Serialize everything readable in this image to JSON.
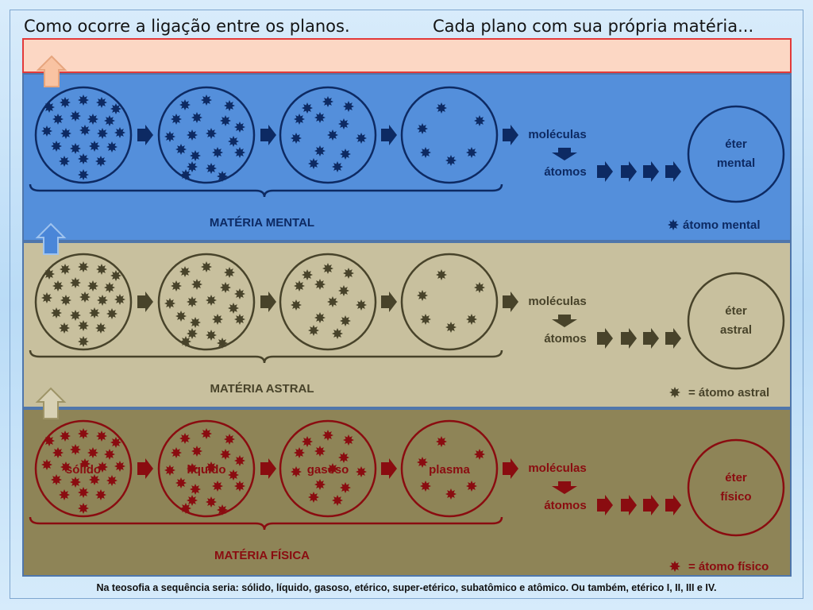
{
  "header": {
    "left": "Como ocorre a ligação entre os planos.",
    "right": "Cada plano com sua própria matéria..."
  },
  "colors": {
    "mental": "#0d2a63",
    "astral": "#48432a",
    "fisica": "#8a0c10",
    "band_mental": "#548fdb",
    "band_astral": "#c8c09e",
    "band_fisica": "#8e8457"
  },
  "icons": {
    "up_arrow": "up-arrow-icon",
    "right_arrow": "right-arrow-icon",
    "down_arrow": "down-arrow-icon",
    "atom": "star-atom-icon"
  },
  "bands": [
    {
      "id": "mental",
      "circle_labels": [
        "",
        "",
        "",
        ""
      ],
      "moleculas": "moléculas",
      "atomos": "átomos",
      "ether": [
        "éter",
        "mental"
      ],
      "matter_label": "MATÉRIA MENTAL",
      "legend": "átomo mental"
    },
    {
      "id": "astral",
      "circle_labels": [
        "",
        "",
        "",
        ""
      ],
      "moleculas": "moléculas",
      "atomos": "átomos",
      "ether": [
        "éter",
        "astral"
      ],
      "matter_label": "MATÉRIA ASTRAL",
      "legend": "= átomo astral"
    },
    {
      "id": "fisica",
      "circle_labels": [
        "sólido",
        "líquido",
        "gasoso",
        "plasma"
      ],
      "moleculas": "moléculas",
      "atomos": "átomos",
      "ether": [
        "éter",
        "físico"
      ],
      "matter_label": "MATÉRIA FÍSICA",
      "legend": "= átomo físico"
    }
  ],
  "footer": "Na teosofia a sequência seria: sólido, líquido, gasoso, etérico, super-etérico, subatômico e atômico. Ou também, etérico I, II, III e IV."
}
